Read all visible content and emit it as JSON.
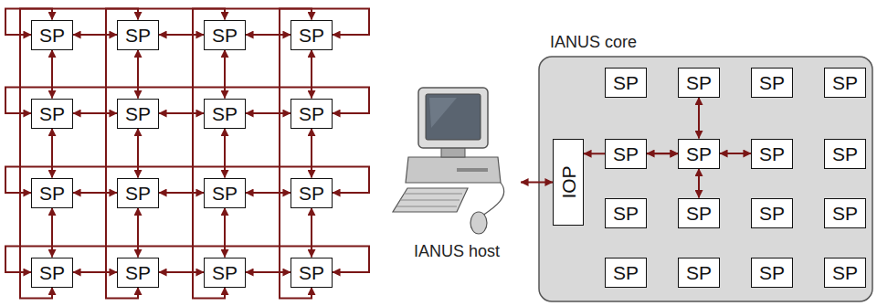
{
  "diagram": {
    "nodes": [
      {
        "text": [
          "SP"
        ]
      },
      {
        "text": [
          "SP"
        ]
      },
      {
        "text": [
          "SP"
        ]
      },
      {
        "text": [
          "SP"
        ]
      },
      {
        "text": [
          "SP"
        ]
      },
      {
        "text": [
          "SP"
        ]
      },
      {
        "text": [
          "SP"
        ]
      },
      {
        "text": [
          "SP"
        ]
      },
      {
        "text": [
          "SP"
        ]
      },
      {
        "text": [
          "SP"
        ]
      },
      {
        "text": [
          "SP"
        ]
      },
      {
        "text": [
          "SP"
        ]
      },
      {
        "text": [
          "SP"
        ]
      },
      {
        "text": [
          "SP"
        ]
      },
      {
        "text": [
          "SP"
        ]
      },
      {
        "text": [
          "SP"
        ]
      },
      {
        "text": [
          "IANUS host"
        ]
      },
      {
        "text": [
          "IANUS core"
        ]
      },
      {
        "text": [
          "IOP"
        ],
        "in": 17
      },
      {
        "text": [
          "SP"
        ],
        "in": 17
      },
      {
        "text": [
          "SP"
        ],
        "in": 17
      },
      {
        "text": [
          "SP"
        ],
        "in": 17
      },
      {
        "text": [
          "SP"
        ],
        "in": 17
      },
      {
        "text": [
          "SP"
        ],
        "in": 17
      },
      {
        "text": [
          "SP"
        ],
        "in": 17
      },
      {
        "text": [
          "SP"
        ],
        "in": 17
      },
      {
        "text": [
          "SP"
        ],
        "in": 17
      },
      {
        "text": [
          "SP"
        ],
        "in": 17
      },
      {
        "text": [
          "SP"
        ],
        "in": 17
      },
      {
        "text": [
          "SP"
        ],
        "in": 17
      },
      {
        "text": [
          "SP"
        ],
        "in": 17
      },
      {
        "text": [
          "SP"
        ],
        "in": 17
      },
      {
        "text": [
          "SP"
        ],
        "in": 17
      },
      {
        "text": [
          "SP"
        ],
        "in": 17
      },
      {
        "text": [
          "SP"
        ],
        "in": 17
      }
    ],
    "edges": [
      {
        "from": 0,
        "to": 1,
        "arrow": "both"
      },
      {
        "from": 1,
        "to": 2,
        "arrow": "both"
      },
      {
        "from": 2,
        "to": 3,
        "arrow": "both"
      },
      {
        "from": 4,
        "to": 5,
        "arrow": "both"
      },
      {
        "from": 5,
        "to": 6,
        "arrow": "both"
      },
      {
        "from": 6,
        "to": 7,
        "arrow": "both"
      },
      {
        "from": 8,
        "to": 9,
        "arrow": "both"
      },
      {
        "from": 9,
        "to": 10,
        "arrow": "both"
      },
      {
        "from": 10,
        "to": 11,
        "arrow": "both"
      },
      {
        "from": 12,
        "to": 13,
        "arrow": "both"
      },
      {
        "from": 13,
        "to": 14,
        "arrow": "both"
      },
      {
        "from": 14,
        "to": 15,
        "arrow": "both"
      },
      {
        "from": 0,
        "to": 3,
        "arrow": "both"
      },
      {
        "from": 4,
        "to": 7,
        "arrow": "both"
      },
      {
        "from": 8,
        "to": 11,
        "arrow": "both"
      },
      {
        "from": 12,
        "to": 15,
        "arrow": "both"
      },
      {
        "from": 0,
        "to": 4,
        "arrow": "both"
      },
      {
        "from": 1,
        "to": 5,
        "arrow": "both"
      },
      {
        "from": 2,
        "to": 6,
        "arrow": "both"
      },
      {
        "from": 3,
        "to": 7,
        "arrow": "both"
      },
      {
        "from": 4,
        "to": 8,
        "arrow": "both"
      },
      {
        "from": 5,
        "to": 9,
        "arrow": "both"
      },
      {
        "from": 6,
        "to": 10,
        "arrow": "both"
      },
      {
        "from": 7,
        "to": 11,
        "arrow": "both"
      },
      {
        "from": 8,
        "to": 12,
        "arrow": "both"
      },
      {
        "from": 9,
        "to": 13,
        "arrow": "both"
      },
      {
        "from": 10,
        "to": 14,
        "arrow": "both"
      },
      {
        "from": 11,
        "to": 15,
        "arrow": "both"
      },
      {
        "from": 0,
        "to": 12,
        "arrow": "both"
      },
      {
        "from": 1,
        "to": 13,
        "arrow": "both"
      },
      {
        "from": 2,
        "to": 14,
        "arrow": "both"
      },
      {
        "from": 3,
        "to": 15,
        "arrow": "both"
      },
      {
        "from": 16,
        "to": 18,
        "arrow": "both"
      },
      {
        "from": 24,
        "to": 20,
        "arrow": "both"
      },
      {
        "from": 24,
        "to": 23,
        "arrow": "both"
      },
      {
        "from": 24,
        "to": 25,
        "arrow": "both"
      },
      {
        "from": 24,
        "to": 28,
        "arrow": "both"
      },
      {
        "from": 18,
        "to": 24,
        "arrow": "both"
      }
    ]
  }
}
